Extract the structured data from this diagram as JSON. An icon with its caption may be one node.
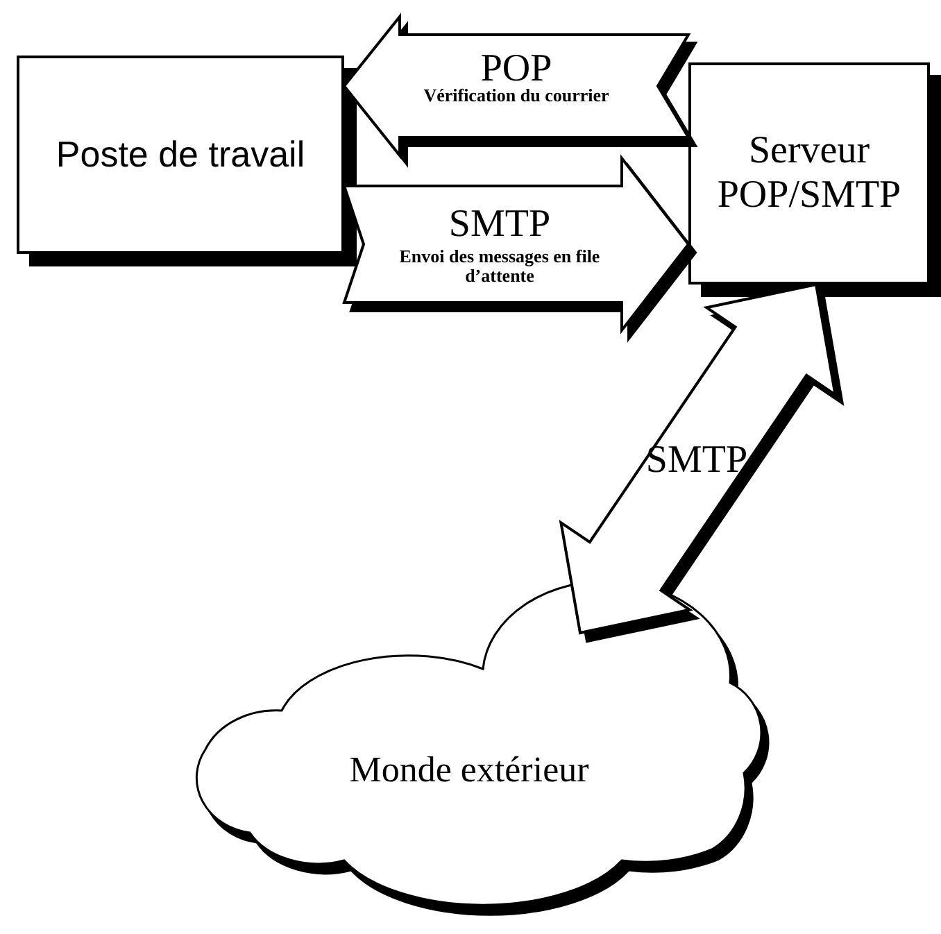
{
  "diagram": {
    "nodes": [
      {
        "text": [
          "Poste de travail"
        ]
      },
      {
        "text": [
          "Serveur POP/SMTP"
        ]
      },
      {
        "text": [
          "Monde extérieur"
        ]
      }
    ],
    "edges": [
      {
        "from": 1,
        "to": 0,
        "arrow": "to",
        "label": "POP"
      },
      {
        "from": 0,
        "to": 1,
        "arrow": "to",
        "label": "SMTP"
      },
      {
        "from": 1,
        "to": 2,
        "arrow": "both",
        "label": "SMTP"
      }
    ],
    "labels": [
      "Vérification du courrier",
      "Envoi des messages en file d’attente"
    ]
  }
}
